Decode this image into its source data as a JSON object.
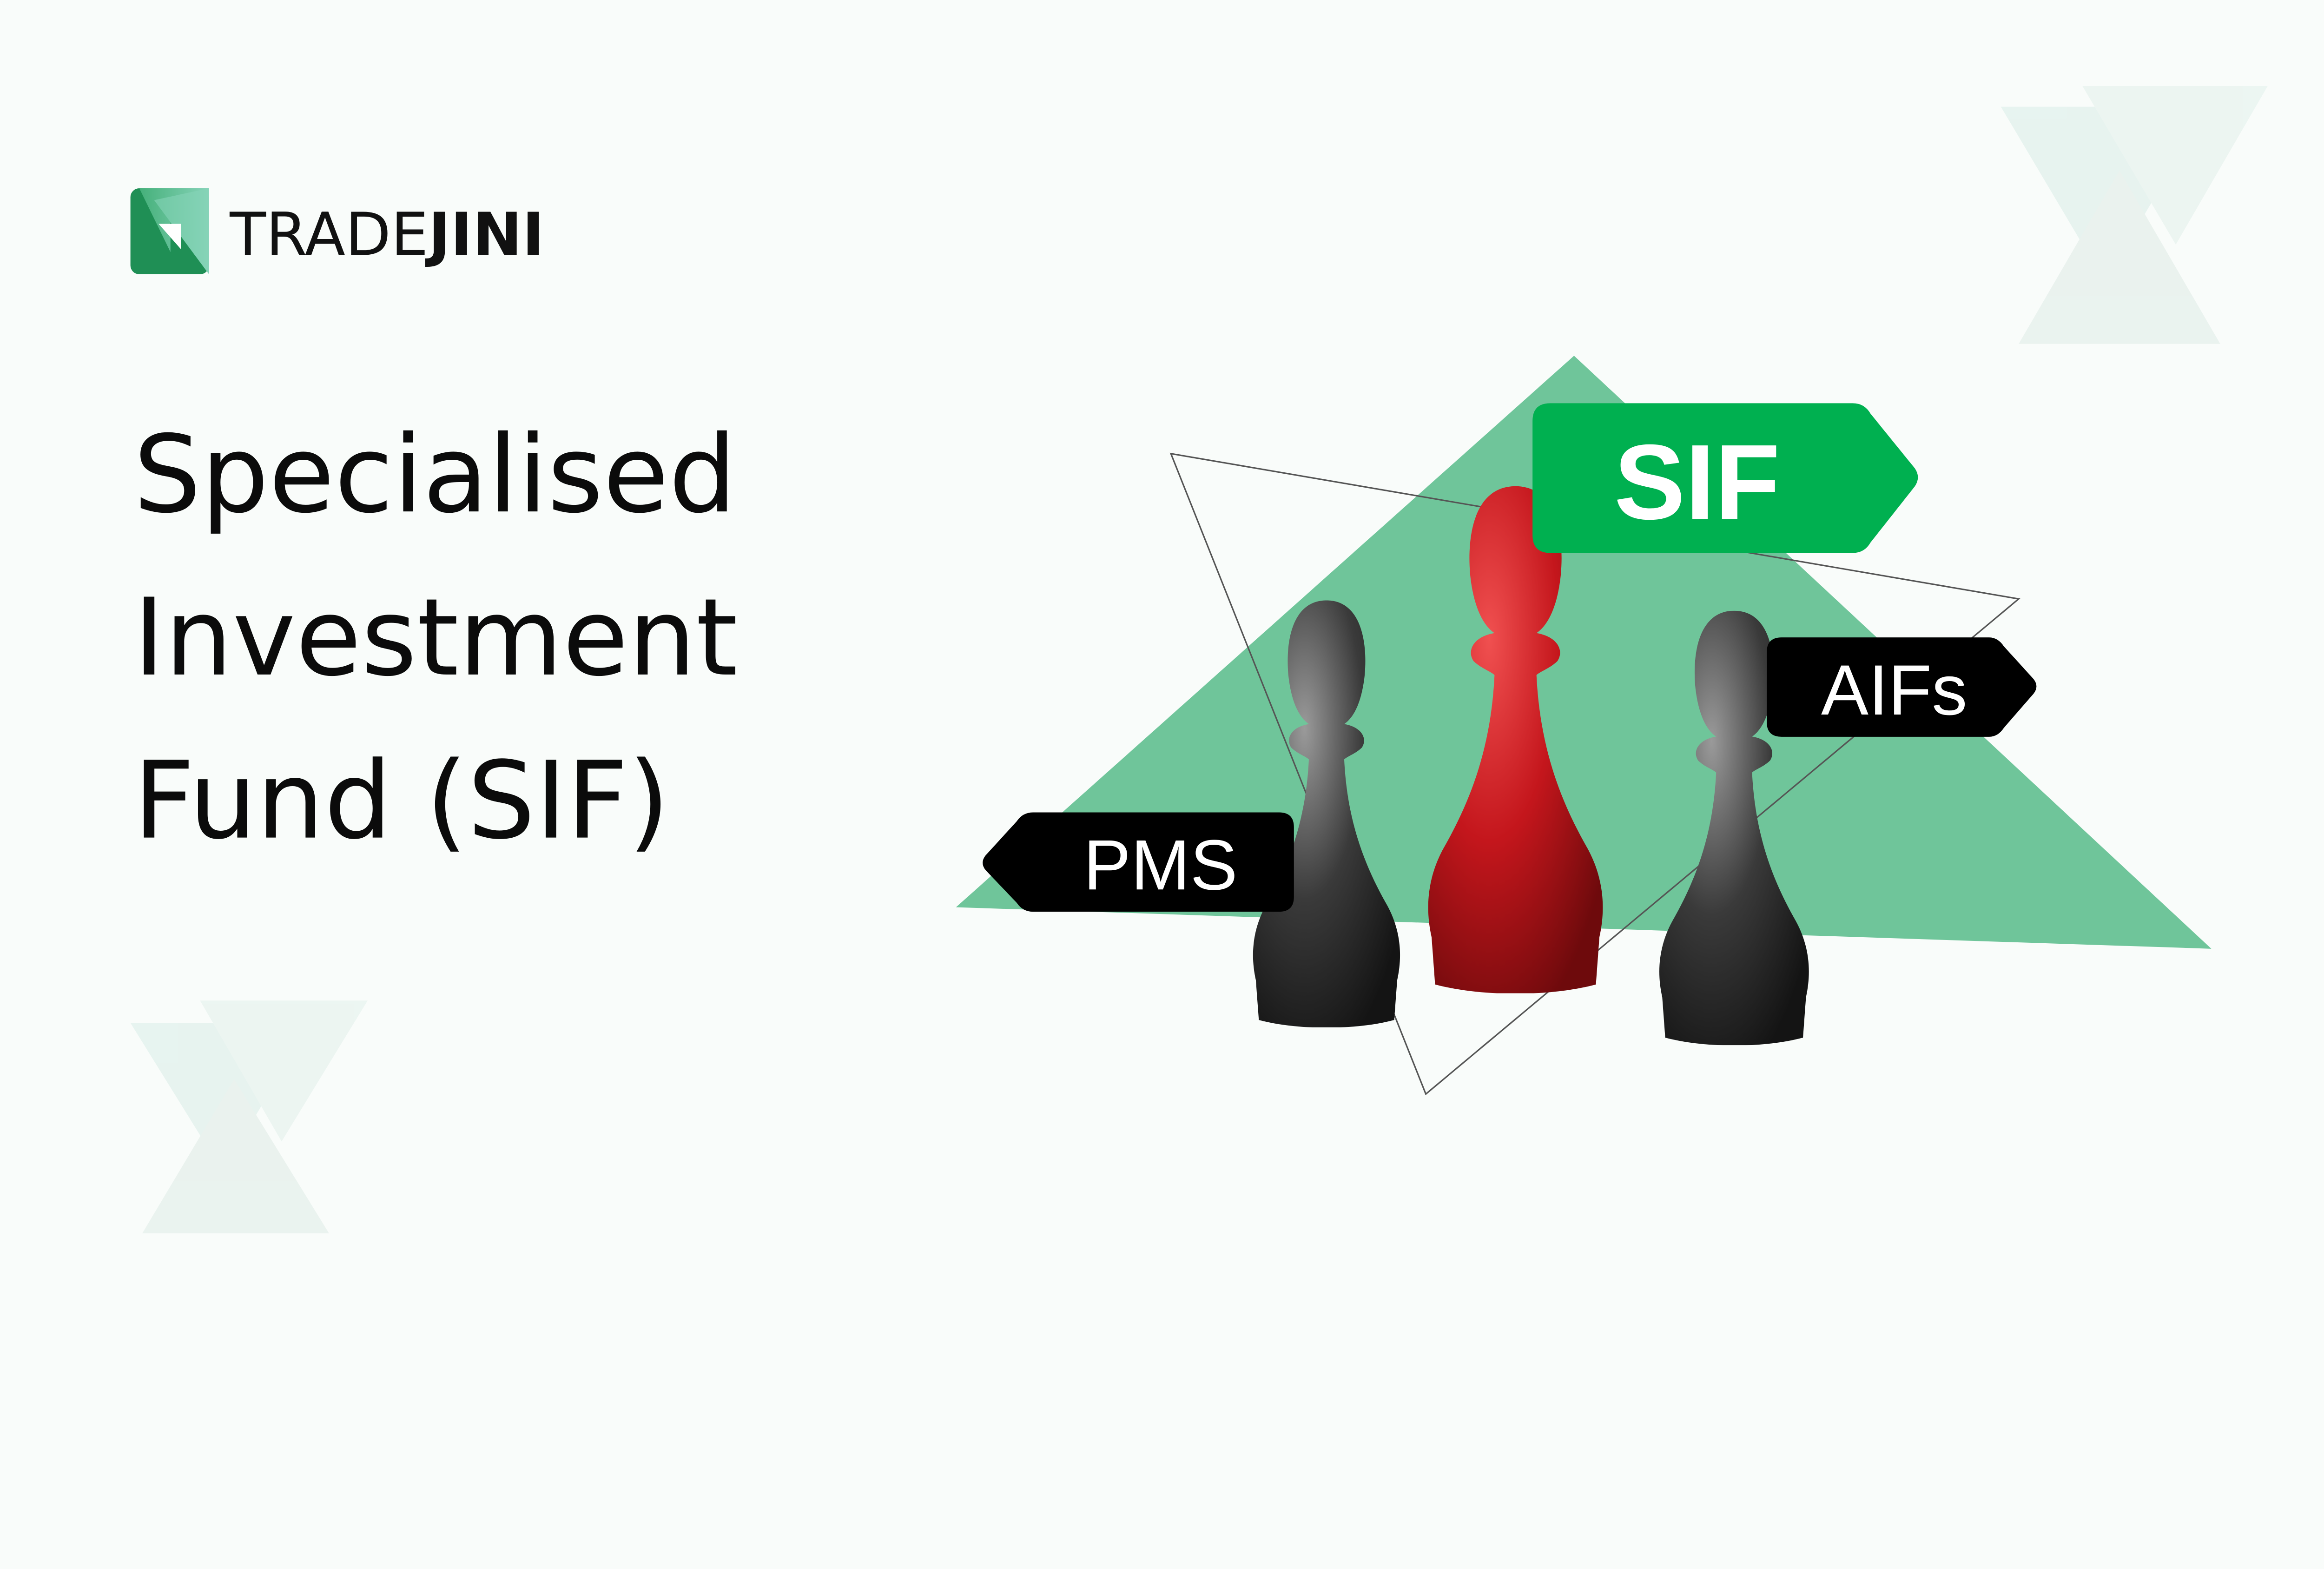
{
  "brand": {
    "logo_text_light": "TRADE",
    "logo_text_bold": "JINI",
    "logo_icon": "tradejini-logo-icon",
    "colors": {
      "green_dark": "#1f8f55",
      "green_light": "#86d3b8"
    }
  },
  "headline": {
    "lines": [
      "Specialised",
      "Investment",
      "Fund (SIF)"
    ]
  },
  "tags": {
    "sif": "SIF",
    "aifs": "AIFs",
    "pms": "PMS"
  },
  "colors": {
    "background": "#f9fcfa",
    "triangle": "#6fc59a",
    "sif_tag": "#00b050",
    "dark_tag": "#000000",
    "red_pawn": "#c4161c",
    "grey_pawn": "#3a3a3a"
  }
}
